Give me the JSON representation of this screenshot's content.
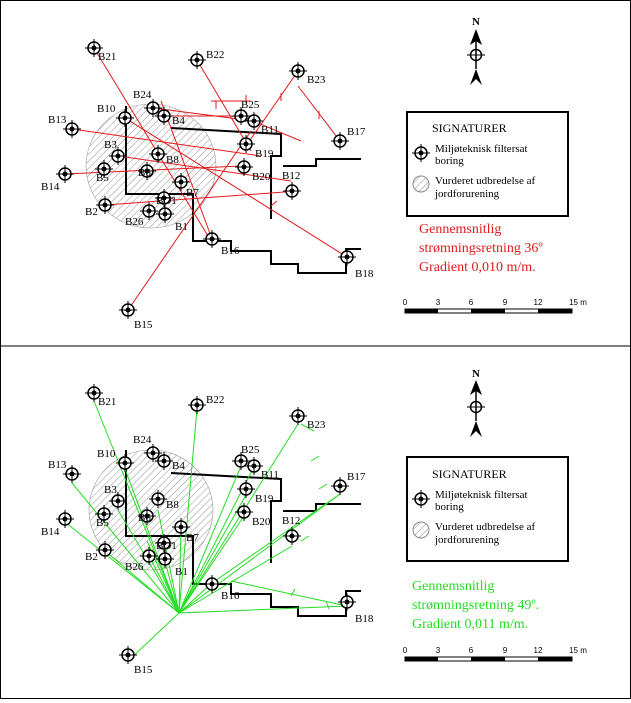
{
  "north_label": "N",
  "colors": {
    "flow_top": "#e31a1c",
    "flow_bottom": "#22dd22",
    "ink": "#000000"
  },
  "panels": [
    {
      "id": "top",
      "boreholes": [
        {
          "id": "B21",
          "tag": "B21"
        },
        {
          "id": "B22",
          "tag": "B22"
        },
        {
          "id": "B23",
          "tag": "B23"
        },
        {
          "id": "B24",
          "tag": "B24"
        },
        {
          "id": "B25",
          "tag": "B25"
        },
        {
          "id": "B10",
          "tag": "B10"
        },
        {
          "id": "B4",
          "tag": "B4"
        },
        {
          "id": "B11",
          "tag": "B11"
        },
        {
          "id": "B17",
          "tag": "B17"
        },
        {
          "id": "B13",
          "tag": "B13"
        },
        {
          "id": "B3",
          "tag": "B3"
        },
        {
          "id": "B8",
          "tag": "B8"
        },
        {
          "id": "B19",
          "tag": "B19"
        },
        {
          "id": "B5",
          "tag": "B5"
        },
        {
          "id": "B6",
          "tag": "B6"
        },
        {
          "id": "B20",
          "tag": "B20"
        },
        {
          "id": "B14",
          "tag": "B14"
        },
        {
          "id": "B7",
          "tag": "B7"
        },
        {
          "id": "B12",
          "tag": "B12"
        },
        {
          "id": "B2",
          "tag": "B2"
        },
        {
          "id": "BO1",
          "tag": "BO1"
        },
        {
          "id": "B26",
          "tag": "B26"
        },
        {
          "id": "B1",
          "tag": "B1"
        },
        {
          "id": "B16",
          "tag": "B16"
        },
        {
          "id": "B18",
          "tag": "B18"
        },
        {
          "id": "B15",
          "tag": "B15"
        }
      ],
      "legend": {
        "title": "SIGNATURER",
        "item1_l1": "Miljøteknisk filtersat",
        "item1_l2": "boring",
        "item2_l1": "Vurderet udbredelse af",
        "item2_l2": "jordforurening"
      },
      "note": {
        "l1": "Gennemsnitlig",
        "l2": "strømningsretning 36º",
        "l3": "Gradient 0,010 m/m."
      },
      "scale": {
        "ticks": [
          "0",
          "3",
          "6",
          "9",
          "12",
          "15 m"
        ]
      }
    },
    {
      "id": "bottom",
      "boreholes": [
        {
          "id": "B21",
          "tag": "B21"
        },
        {
          "id": "B22",
          "tag": "B22"
        },
        {
          "id": "B23",
          "tag": "B23"
        },
        {
          "id": "B24",
          "tag": "B24"
        },
        {
          "id": "B25",
          "tag": "B25"
        },
        {
          "id": "B10",
          "tag": "B10"
        },
        {
          "id": "B4",
          "tag": "B4"
        },
        {
          "id": "B11",
          "tag": "B11"
        },
        {
          "id": "B17",
          "tag": "B17"
        },
        {
          "id": "B13",
          "tag": "B13"
        },
        {
          "id": "B3",
          "tag": "B3"
        },
        {
          "id": "B8",
          "tag": "B8"
        },
        {
          "id": "B19",
          "tag": "B19"
        },
        {
          "id": "B5",
          "tag": "B5"
        },
        {
          "id": "B6",
          "tag": "B6"
        },
        {
          "id": "B20",
          "tag": "B20"
        },
        {
          "id": "B14",
          "tag": "B14"
        },
        {
          "id": "B7",
          "tag": "B7"
        },
        {
          "id": "B12",
          "tag": "B12"
        },
        {
          "id": "B2",
          "tag": "B2"
        },
        {
          "id": "BO1",
          "tag": "BO1"
        },
        {
          "id": "B26",
          "tag": "B26"
        },
        {
          "id": "B1",
          "tag": "B1"
        },
        {
          "id": "B16",
          "tag": "B16"
        },
        {
          "id": "B18",
          "tag": "B18"
        },
        {
          "id": "B15",
          "tag": "B15"
        }
      ],
      "legend": {
        "title": "SIGNATURER",
        "item1_l1": "Miljøteknisk filtersat",
        "item1_l2": "boring",
        "item2_l1": "Vurderet udbredelse af",
        "item2_l2": "jordforurening"
      },
      "note": {
        "l1": "Gennemsnitlig",
        "l2": "strømningsretning 49º.",
        "l3": "Gradient 0,011 m/m."
      },
      "scale": {
        "ticks": [
          "0",
          "3",
          "6",
          "9",
          "12",
          "15 m"
        ]
      }
    }
  ]
}
